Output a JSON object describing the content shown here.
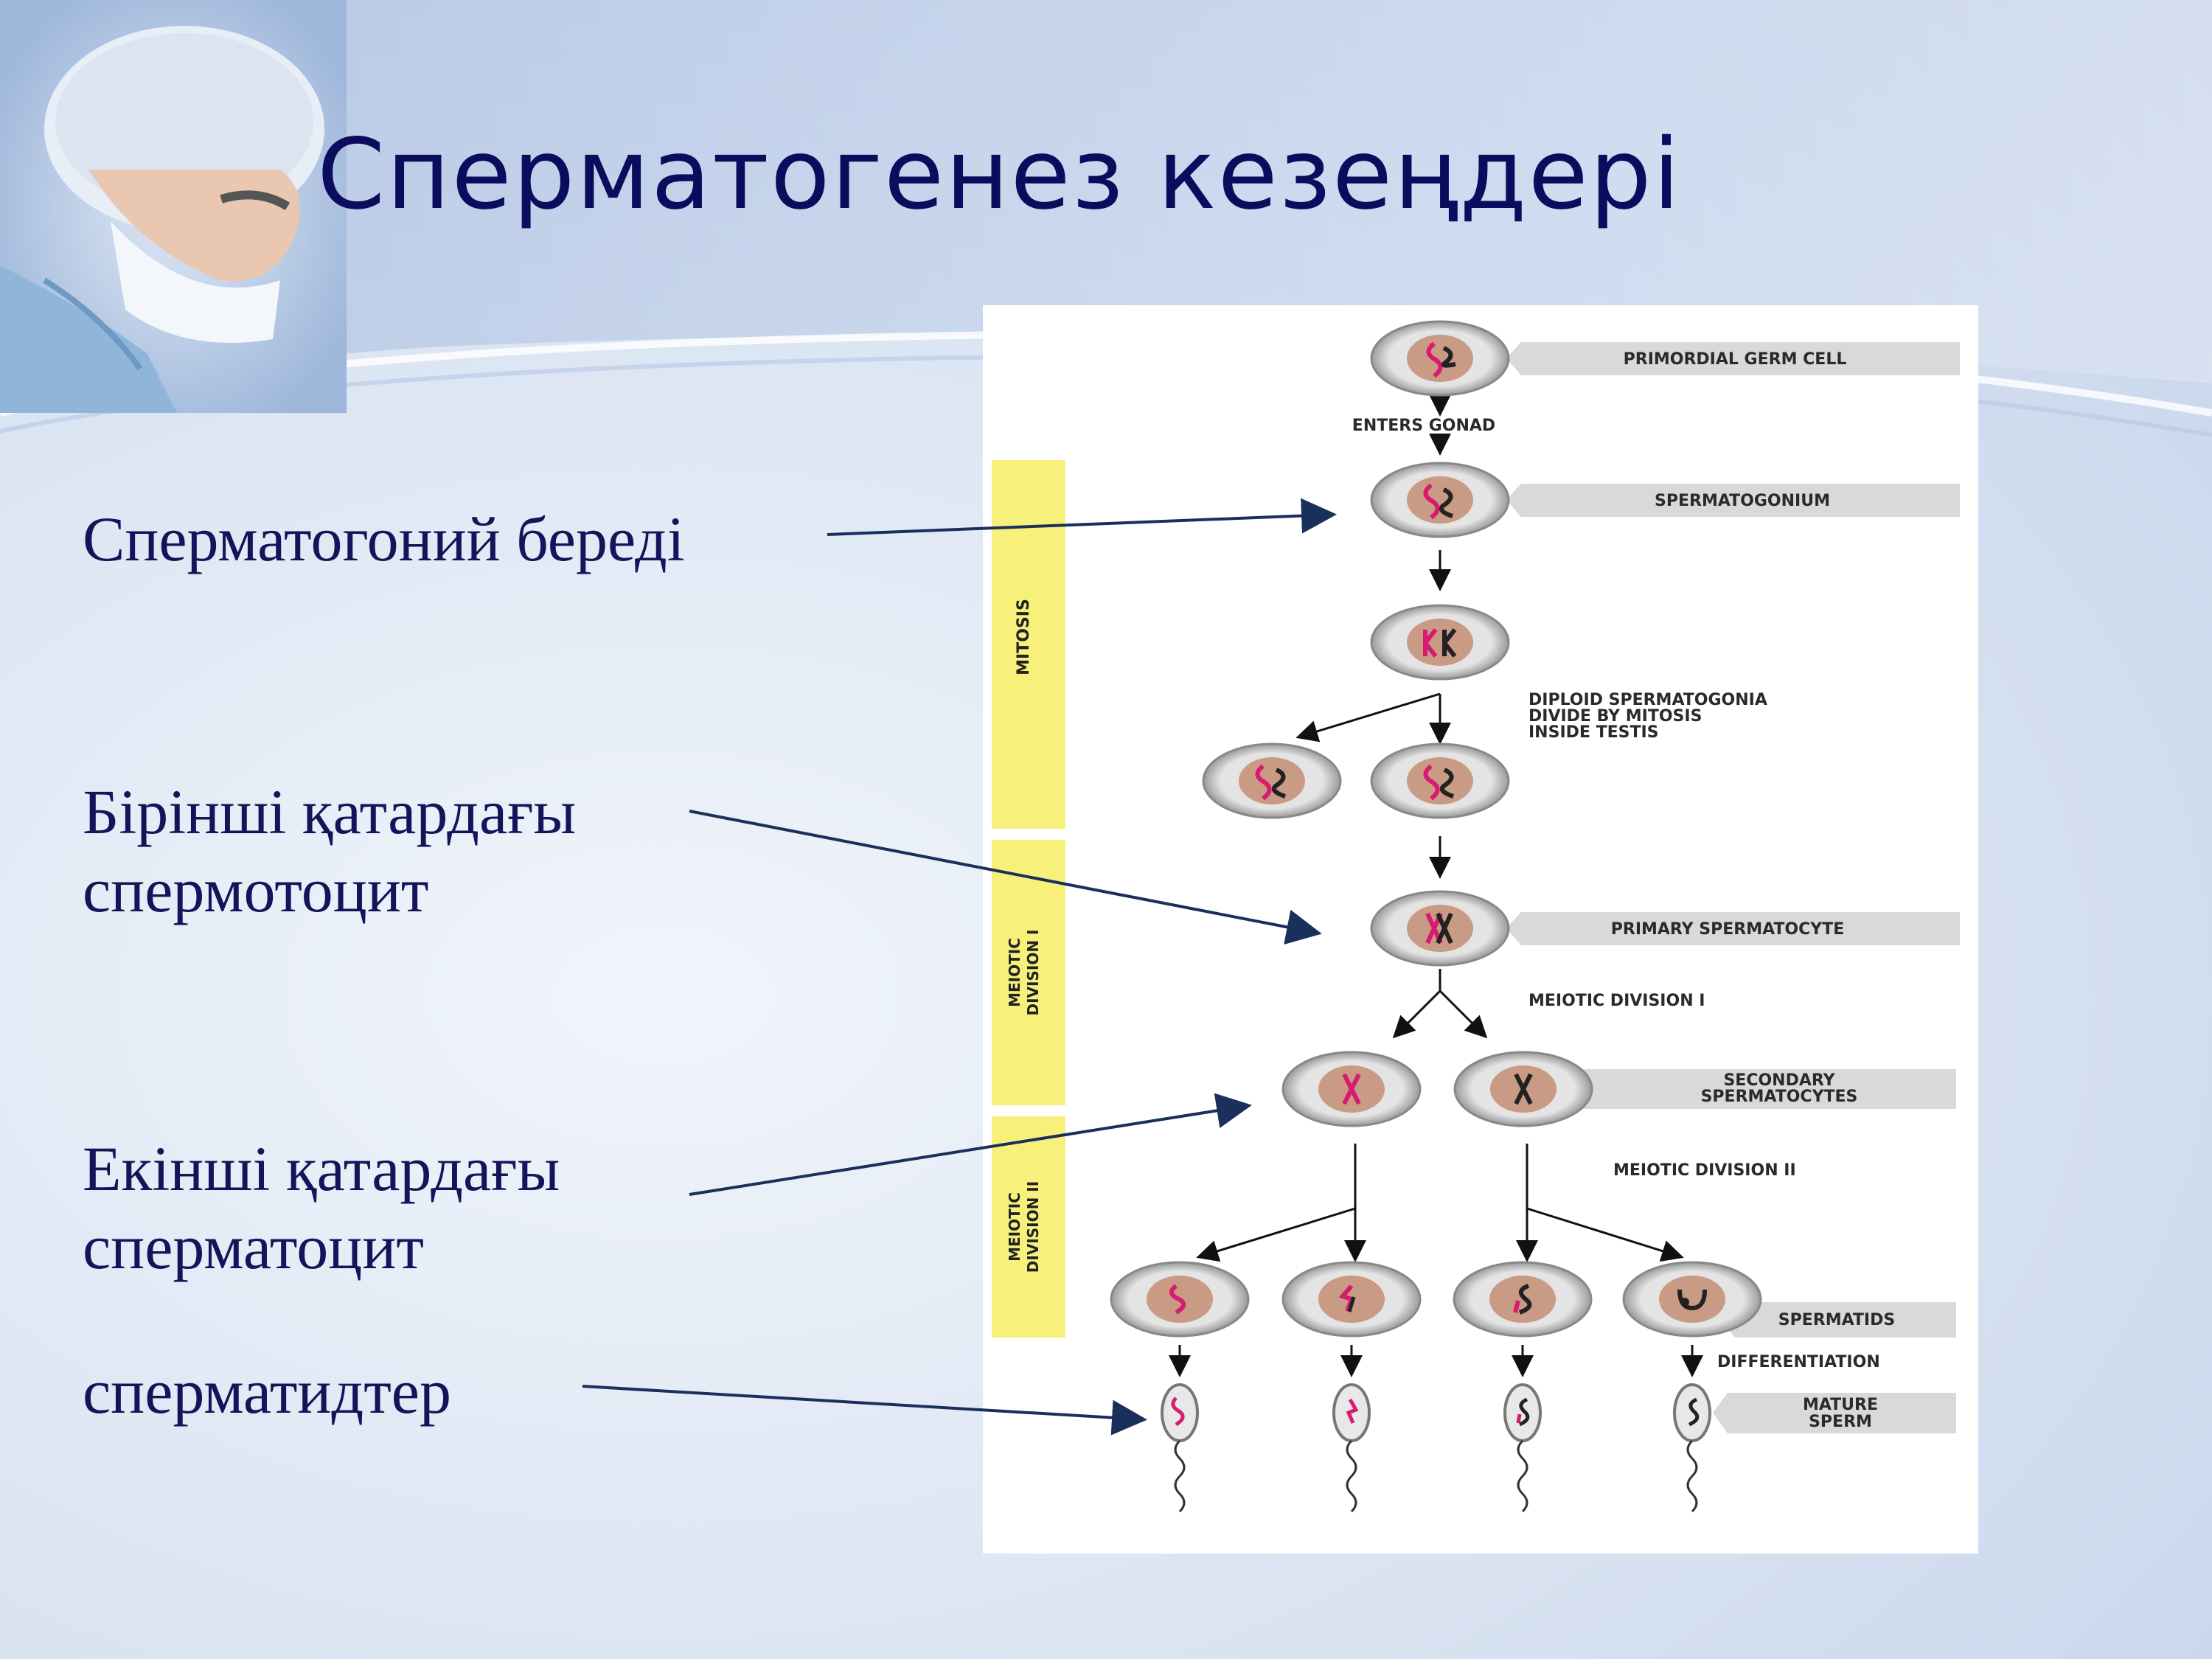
{
  "slide": {
    "title": "Сперматогенез кезеңдері",
    "labels": {
      "spermatogonium": "Сперматогоний береді",
      "primary_line1": "Бірінші қатардағы",
      "primary_line2": "спермотоцит",
      "secondary_line1": "Екінші қатардағы",
      "secondary_line2": "сперматоцит",
      "spermatids": "сперматидтер"
    }
  },
  "diagram": {
    "stage_labels": {
      "primordial": "PRIMORDIAL GERM CELL",
      "enters_gonad": "ENTERS GONAD",
      "spermatogonium": "SPERMATOGONIUM",
      "diploid_line1": "DIPLOID SPERMATOGONIA",
      "diploid_line2": "DIVIDE BY MITOSIS",
      "diploid_line3": "INSIDE TESTIS",
      "primary": "PRIMARY SPERMATOCYTE",
      "meiotic_1": "MEIOTIC DIVISION I",
      "secondary_line1": "SECONDARY",
      "secondary_line2": "SPERMATOCYTES",
      "meiotic_2": "MEIOTIC DIVISION II",
      "spermatids": "SPERMATIDS",
      "differentiation": "DIFFERENTIATION",
      "mature_line1": "MATURE",
      "mature_line2": "SPERM"
    },
    "phase_bands": {
      "mitosis": "MITOSIS",
      "meiotic1_line1": "MEIOTIC",
      "meiotic1_line2": "DIVISION I",
      "meiotic2_line1": "MEIOTIC",
      "meiotic2_line2": "DIVISION II"
    }
  },
  "colors": {
    "title": "#0c0c5e",
    "text": "#14145a",
    "arrow": "#1a2f5c",
    "band": "#f7f07a",
    "nucleus": "#c99a84",
    "chromosome_pink": "#d81b72",
    "label_tag": "#d9d9d9"
  }
}
